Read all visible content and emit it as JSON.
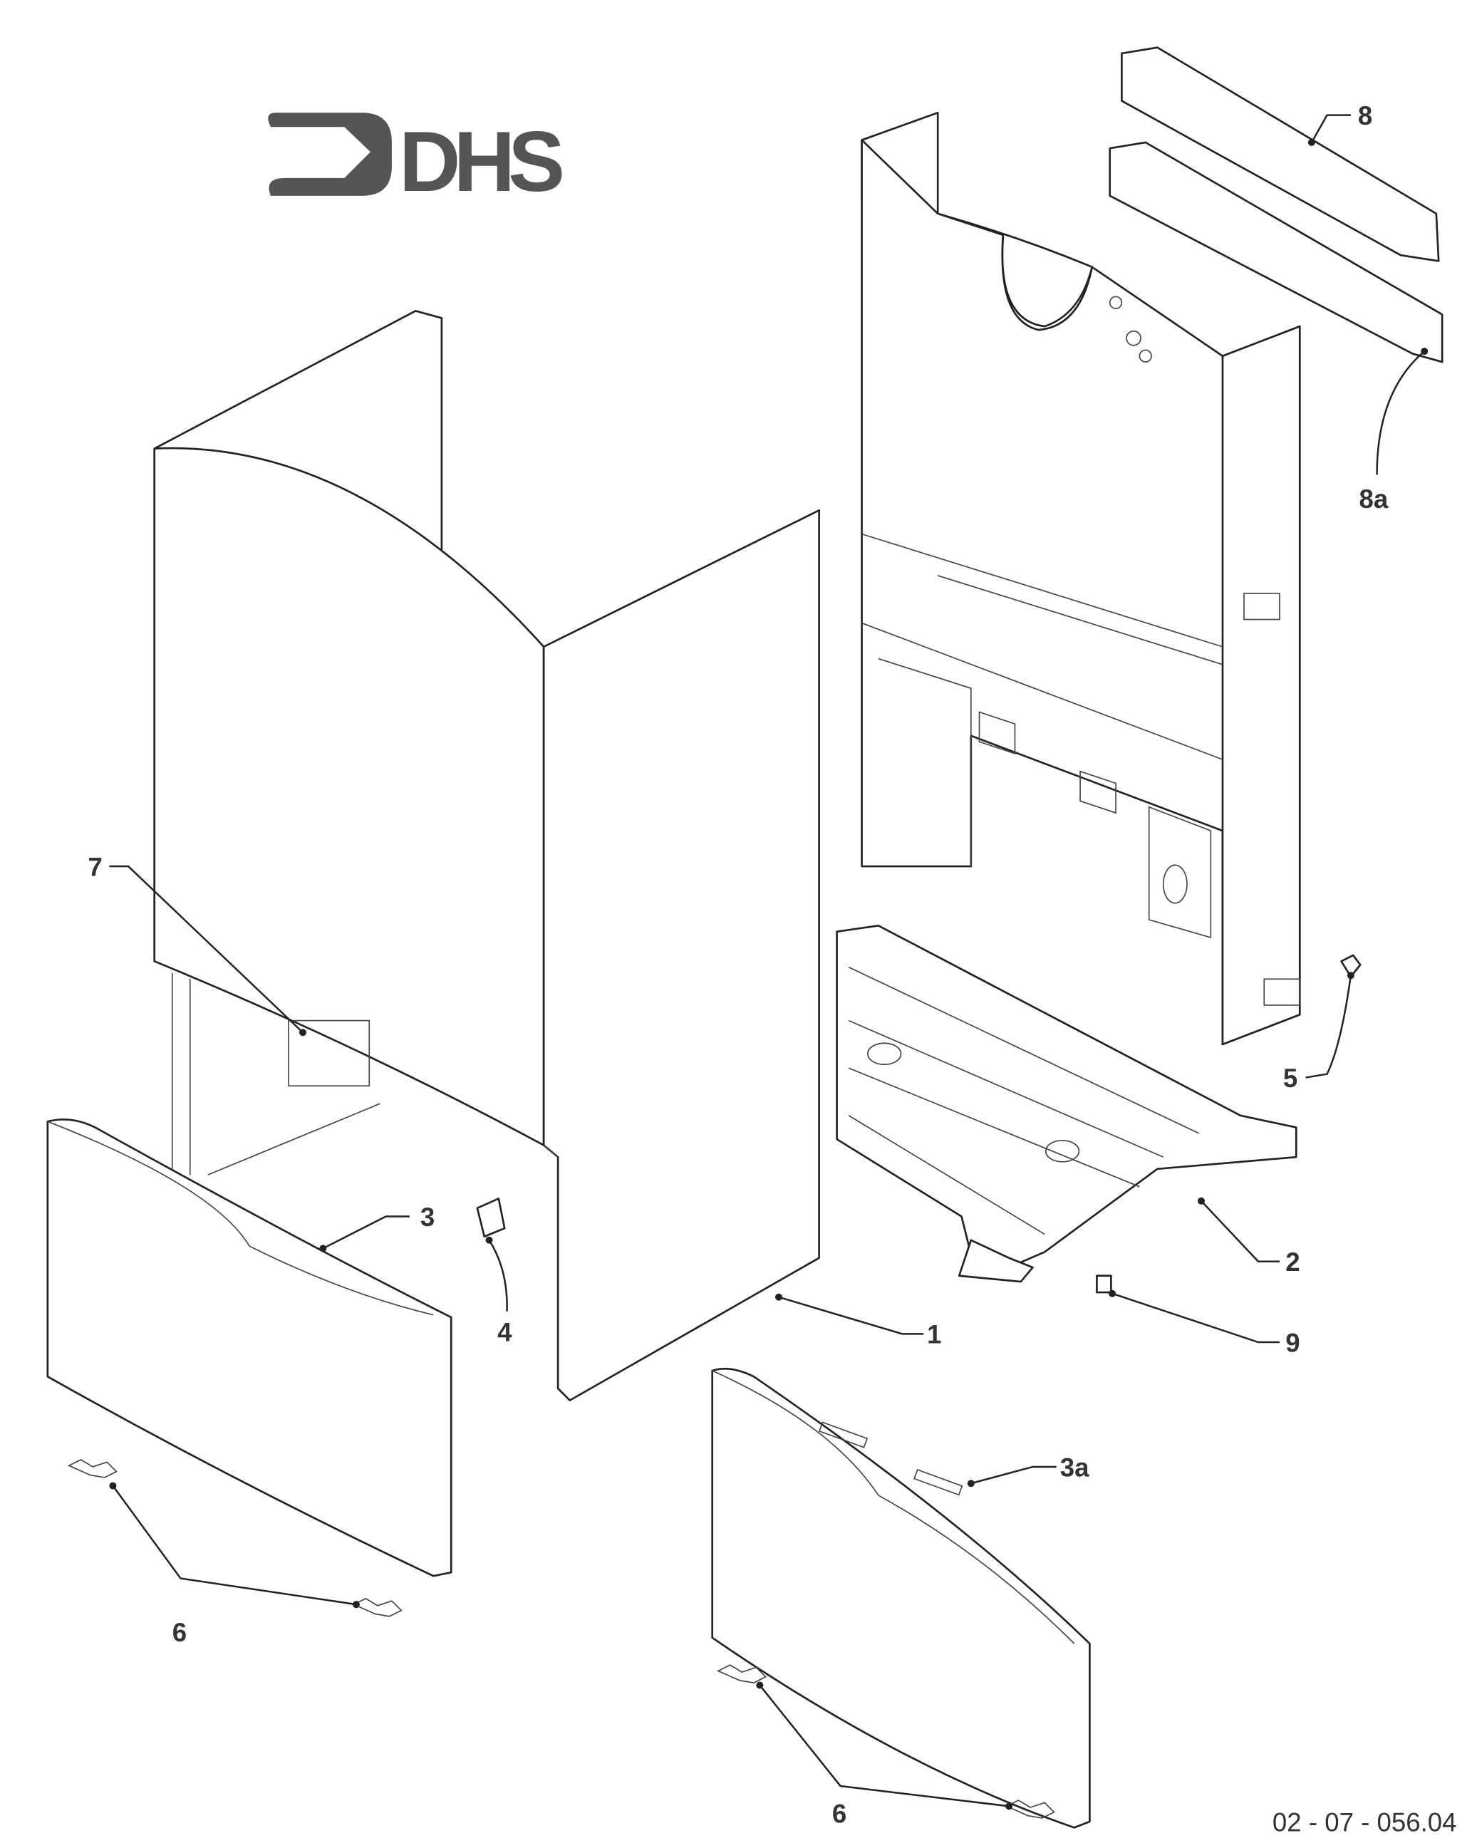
{
  "logo": {
    "text": "DHS"
  },
  "drawing_number": "02 - 07 - 056.04",
  "callouts": {
    "c1": "1",
    "c2": "2",
    "c3": "3",
    "c3a": "3a",
    "c4": "4",
    "c5": "5",
    "c6a": "6",
    "c6b": "6",
    "c7": "7",
    "c8": "8",
    "c8a": "8a",
    "c9": "9"
  }
}
